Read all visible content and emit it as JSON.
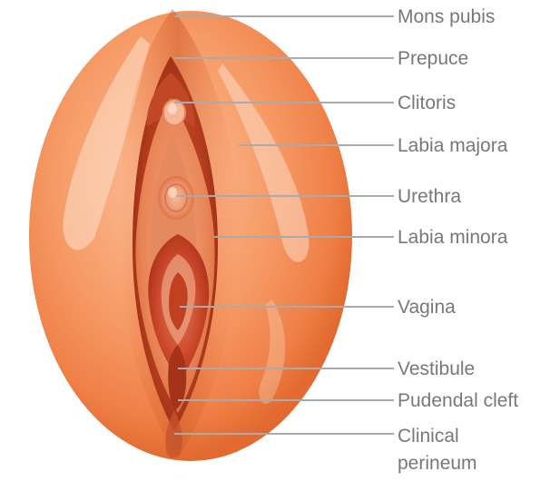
{
  "diagram": {
    "labels": [
      {
        "id": "mons-pubis",
        "text": "Mons pubis"
      },
      {
        "id": "prepuce",
        "text": "Prepuce"
      },
      {
        "id": "clitoris",
        "text": "Clitoris"
      },
      {
        "id": "labia-majora",
        "text": "Labia majora"
      },
      {
        "id": "urethra",
        "text": "Urethra"
      },
      {
        "id": "labia-minora",
        "text": "Labia minora"
      },
      {
        "id": "vagina",
        "text": "Vagina"
      },
      {
        "id": "vestibule",
        "text": "Vestibule"
      },
      {
        "id": "pudendal-cleft",
        "text": "Pudendal cleft"
      },
      {
        "id": "clinical-perineum",
        "text": "Clinical\nperineum"
      }
    ],
    "colors": {
      "outer_light": "#fbb386",
      "outer_mid": "#f68a53",
      "outer_dark": "#e06a33",
      "inner_dark": "#a32e16",
      "inner_mid": "#c84a24",
      "highlight": "#fcd2b6",
      "leader_line": "#a9aaac",
      "label_text": "#77787b"
    }
  }
}
